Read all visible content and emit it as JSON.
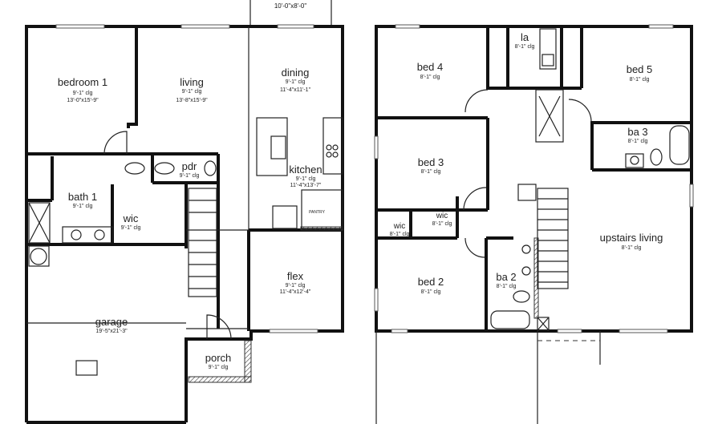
{
  "first_floor": {
    "patio": {
      "dims": "10'-0\"x8'-0\""
    },
    "rooms": [
      {
        "key": "bedroom1",
        "name": "bedroom 1",
        "ceiling": "9'-1\" clg",
        "dims": "13'-0\"x15'-9\""
      },
      {
        "key": "living",
        "name": "living",
        "ceiling": "9'-1\" clg",
        "dims": "13'-8\"x15'-9\""
      },
      {
        "key": "dining",
        "name": "dining",
        "ceiling": "9'-1\" clg",
        "dims": "11'-4\"x11'-1\""
      },
      {
        "key": "kitchen",
        "name": "kitchen",
        "ceiling": "9'-1\" clg",
        "dims": "11'-4\"x13'-7\""
      },
      {
        "key": "pdr",
        "name": "pdr",
        "ceiling": "9'-1\" clg",
        "dims": ""
      },
      {
        "key": "bath1",
        "name": "bath 1",
        "ceiling": "9'-1\" clg",
        "dims": ""
      },
      {
        "key": "wic",
        "name": "wic",
        "ceiling": "9'-1\" clg",
        "dims": ""
      },
      {
        "key": "garage",
        "name": "garage",
        "ceiling": "",
        "dims": "19'-5\"x21'-3\""
      },
      {
        "key": "flex",
        "name": "flex",
        "ceiling": "9'-1\" clg",
        "dims": "11'-4\"x12'-4\""
      },
      {
        "key": "porch",
        "name": "porch",
        "ceiling": "9'-1\" clg",
        "dims": ""
      }
    ],
    "pantry_label": "PANTRY"
  },
  "second_floor": {
    "rooms": [
      {
        "key": "bed4",
        "name": "bed 4",
        "ceiling": "8'-1\" clg"
      },
      {
        "key": "la",
        "name": "la",
        "ceiling": "8'-1\" clg"
      },
      {
        "key": "bed5",
        "name": "bed 5",
        "ceiling": "8'-1\" clg"
      },
      {
        "key": "ba3",
        "name": "ba 3",
        "ceiling": "8'-1\" clg"
      },
      {
        "key": "bed3",
        "name": "bed 3",
        "ceiling": "8'-1\" clg"
      },
      {
        "key": "wic1",
        "name": "wic",
        "ceiling": "8'-1\" clg"
      },
      {
        "key": "wic2",
        "name": "wic",
        "ceiling": "8'-1\" clg"
      },
      {
        "key": "bed2",
        "name": "bed 2",
        "ceiling": "8'-1\" clg"
      },
      {
        "key": "ba2",
        "name": "ba 2",
        "ceiling": "8'-1\" clg"
      },
      {
        "key": "upstairs_living",
        "name": "upstairs living",
        "ceiling": "8'-1\" clg"
      }
    ]
  }
}
